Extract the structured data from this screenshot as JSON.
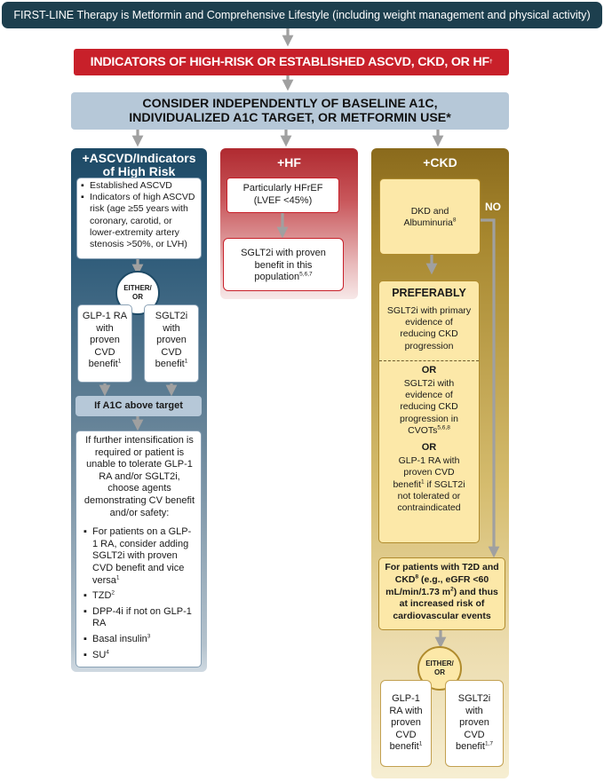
{
  "first_line": "FIRST-LINE Therapy is Metformin and Comprehensive Lifestyle (including weight management and physical activity)",
  "indicators": {
    "text": "INDICATORS OF HIGH-RISK OR ESTABLISHED ASCVD, CKD, OR HF",
    "sup": "†"
  },
  "consider": {
    "line1": "CONSIDER INDEPENDENTLY OF BASELINE A1C,",
    "line2": "INDIVIDUALIZED A1C TARGET, OR METFORMIN USE*"
  },
  "ascvd": {
    "header_line1": "+ASCVD/Indicators",
    "header_line2": "of High Risk",
    "criteria": [
      "Established ASCVD",
      "Indicators of high ASCVD risk (age ≥55 years with coronary, carotid, or lower-extremity artery stenosis >50%, or LVH)"
    ],
    "either_or": {
      "line1": "EITHER/",
      "line2": "OR"
    },
    "option_glp1": {
      "text": "GLP-1 RA with proven CVD benefit",
      "sup": "1"
    },
    "option_sglt2": {
      "text": "SGLT2i with proven CVD benefit",
      "sup": "1"
    },
    "a1c_label": "If A1C above target",
    "intensification_text": "If further intensification is required or patient is unable to tolerate GLP-1 RA and/or SGLT2i, choose agents demonstrating CV benefit and/or safety:",
    "agents": [
      {
        "text": "For patients on a GLP-1 RA, consider adding SGLT2i with proven CVD benefit and vice versa",
        "sup": "1"
      },
      {
        "text": "TZD",
        "sup": "2"
      },
      {
        "text": "DPP-4i if not on GLP-1 RA",
        "sup": ""
      },
      {
        "text": "Basal insulin",
        "sup": "3"
      },
      {
        "text": "SU",
        "sup": "4"
      }
    ]
  },
  "hf": {
    "header": "+HF",
    "box1_line1": "Particularly HFrEF",
    "box1_line2": "(LVEF <45%)",
    "box2_text": "SGLT2i with proven benefit in this population",
    "box2_sup": "5,6,7"
  },
  "ckd": {
    "header": "+CKD",
    "dkd_line1": "DKD and",
    "dkd_line2": "Albuminuria",
    "dkd_sup": "8",
    "no_label": "NO",
    "preferably": "PREFERABLY",
    "pref_option1": "SGLT2i with primary evidence of reducing CKD progression",
    "or_1": "OR",
    "pref_option2": "SGLT2i with evidence of reducing CKD progression in CVOTs",
    "pref_option2_sup": "5,6,8",
    "or_2": "OR",
    "pref_option3_a": "GLP-1 RA with proven CVD benefit",
    "pref_option3_sup": "1",
    "pref_option3_b": " if SGLT2i not tolerated or contraindicated",
    "t2d_a": "For patients with T2D and CKD",
    "t2d_sup1": "8",
    "t2d_b": " (e.g., eGFR <60 mL/min/1.73 m",
    "t2d_sup2": "2",
    "t2d_c": ") and thus at increased risk of cardiovascular events",
    "either_or": {
      "line1": "EITHER/",
      "line2": "OR"
    },
    "option_glp1": {
      "text": "GLP-1 RA with proven CVD benefit",
      "sup": "1"
    },
    "option_sglt2": {
      "text": "SGLT2i with proven CVD benefit",
      "sup": "1,7"
    }
  },
  "colors": {
    "first_line_bg": "#1d3f4e",
    "indicators_bg": "#c8202a",
    "consider_bg": "#b6c8d8",
    "ascvd_column": "#1e4a66",
    "hf_column": "#b02a30",
    "ckd_column": "#8a6a1c",
    "ckd_box": "#fce8a8",
    "arrow": "#a0a0a0"
  }
}
